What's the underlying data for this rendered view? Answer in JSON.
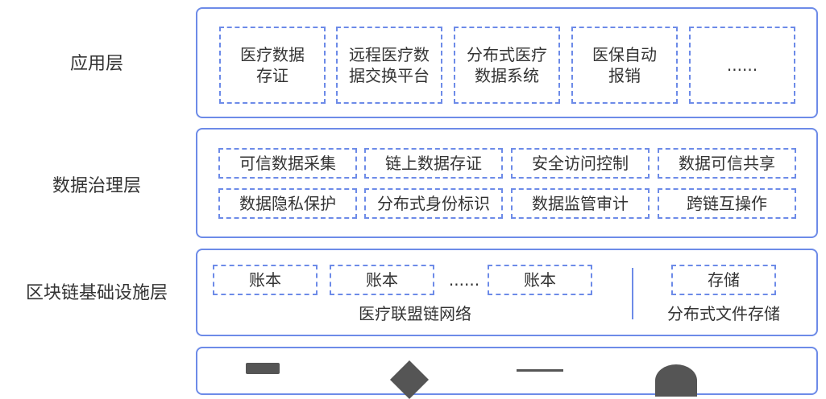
{
  "layers": {
    "application": {
      "label": "应用层",
      "items": [
        "医疗数据\n存证",
        "远程医疗数\n据交换平台",
        "分布式医疗\n数据系统",
        "医保自动\n报销",
        "......"
      ]
    },
    "governance": {
      "label": "数据治理层",
      "row1": [
        "可信数据采集",
        "链上数据存证",
        "安全访问控制",
        "数据可信共享"
      ],
      "row2": [
        "数据隐私保护",
        "分布式身份标识",
        "数据监管审计",
        "跨链互操作"
      ]
    },
    "infrastructure": {
      "label": "区块链基础设施层",
      "ledgers": [
        "账本",
        "账本",
        "账本"
      ],
      "ellipsis": "......",
      "network_label": "医疗联盟链网络",
      "storage": "存储",
      "storage_label": "分布式文件存储"
    }
  }
}
